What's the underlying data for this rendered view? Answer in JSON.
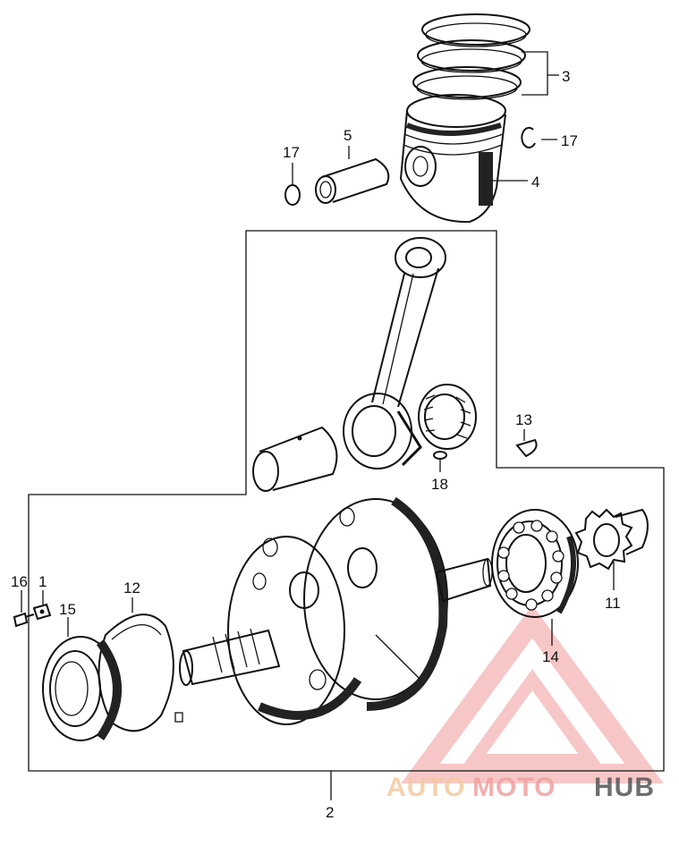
{
  "callouts": {
    "c1": "1",
    "c2": "2",
    "c3": "3",
    "c4": "4",
    "c5": "5",
    "c11": "11",
    "c12": "12",
    "c13": "13",
    "c14": "14",
    "c15": "15",
    "c16": "16",
    "c17a": "17",
    "c17b": "17",
    "c18": "18"
  },
  "watermark": {
    "part1": "AUTO",
    "part2": "MOTO",
    "part3": "HUB",
    "color_light": "#f5c9a0",
    "color_accent": "#f0a0a0",
    "color_dark": "#555555"
  }
}
